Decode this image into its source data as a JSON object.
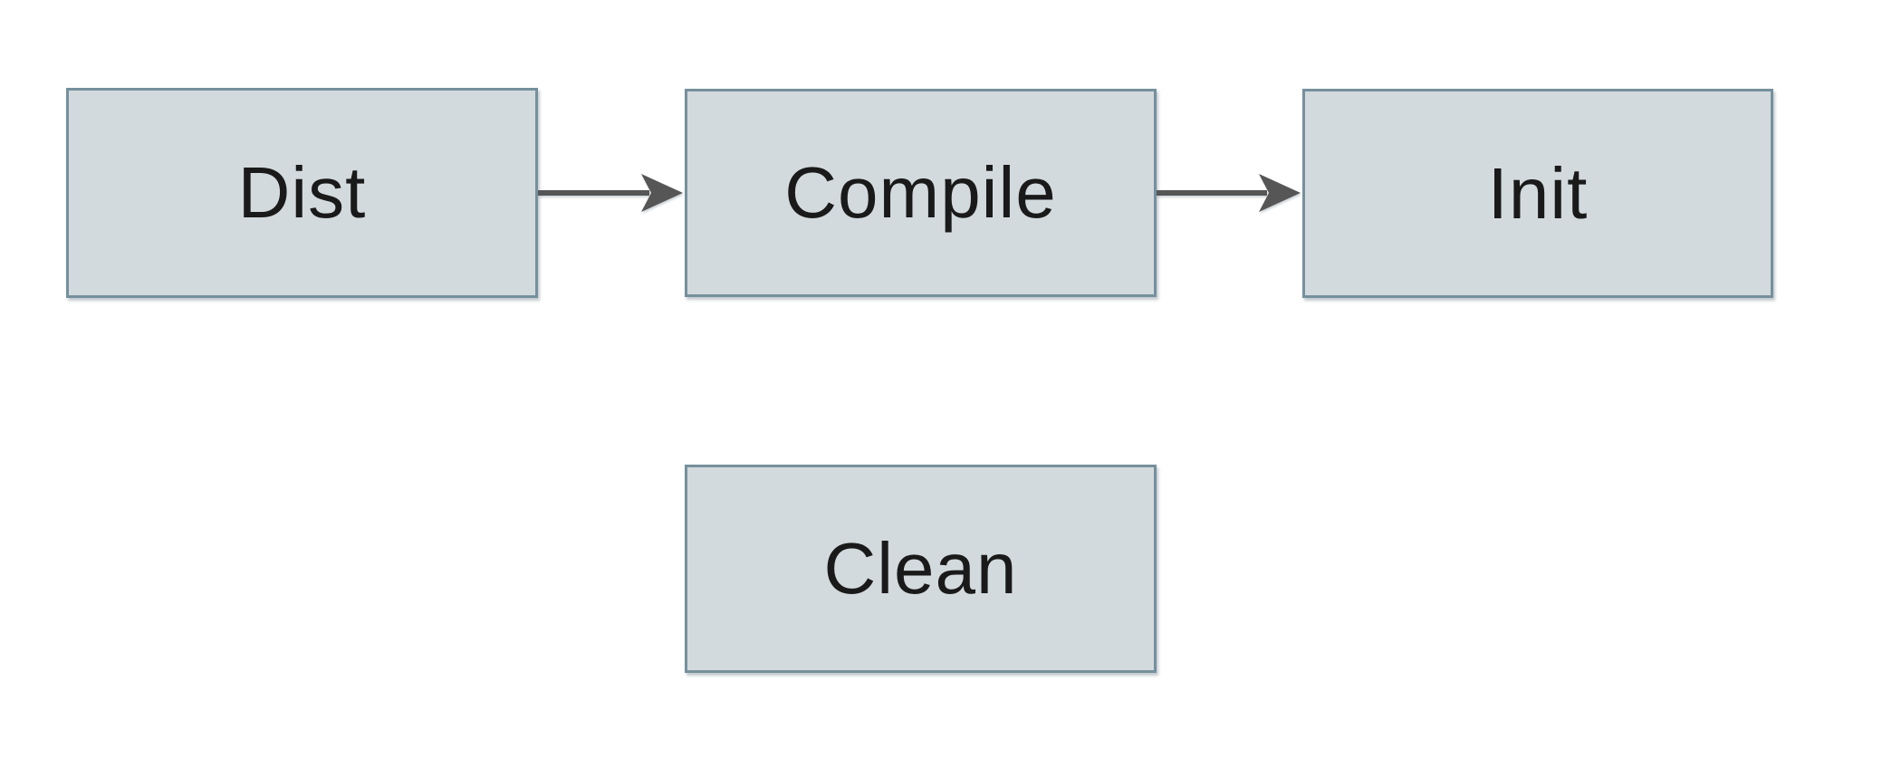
{
  "diagram": {
    "nodes": [
      {
        "id": "dist",
        "label": "Dist"
      },
      {
        "id": "compile",
        "label": "Compile"
      },
      {
        "id": "init",
        "label": "Init"
      },
      {
        "id": "clean",
        "label": "Clean"
      }
    ],
    "edges": [
      {
        "from": "dist",
        "to": "compile"
      },
      {
        "from": "compile",
        "to": "init"
      }
    ]
  },
  "colors": {
    "background": "#ffffff",
    "box_fill": "#d3dadd",
    "box_border": "#76909d",
    "arrow": "#565656",
    "label_text": "#1a1a1a"
  }
}
